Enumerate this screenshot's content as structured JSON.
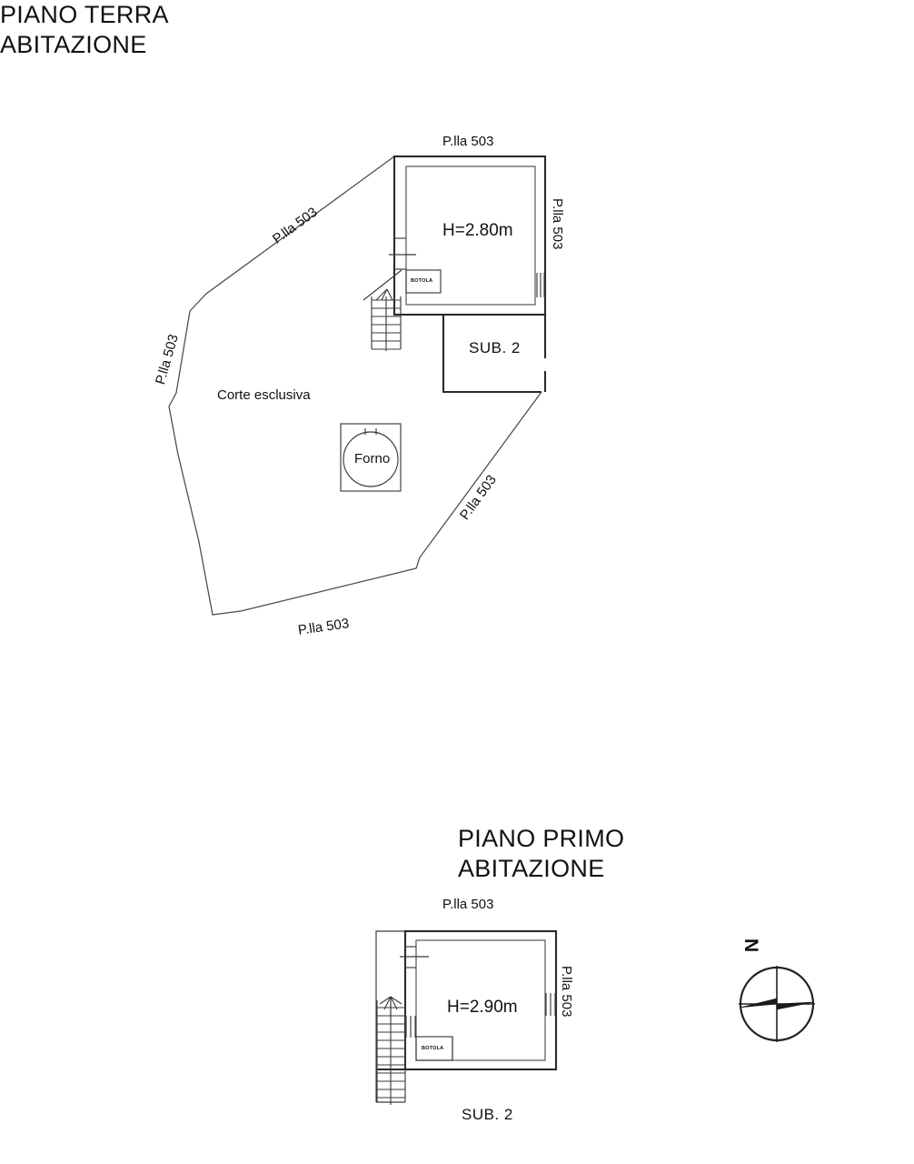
{
  "document": {
    "kind": "cadastral-floor-plan",
    "language": "it"
  },
  "plans": [
    {
      "id": "ground-floor",
      "title_line1": "PIANO TERRA",
      "title_line2": "ABITAZIONE",
      "parcel_label_top": "P.lla 503",
      "parcel_label_right": "P.lla 503",
      "parcel_label_upper_left": "P.lla 503",
      "parcel_label_left": "P.lla 503",
      "parcel_label_lower_right": "P.lla 503",
      "parcel_label_bottom": "P.lla 503",
      "room_height": "H=2.80m",
      "subordinate": "SUB. 2",
      "courtyard": "Corte esclusiva",
      "oven": "Forno",
      "hatch": "BOTOLA"
    },
    {
      "id": "first-floor",
      "title_line1": "PIANO PRIMO",
      "title_line2": "ABITAZIONE",
      "parcel_label_top": "P.lla 503",
      "parcel_label_right": "P.lla 503",
      "room_height": "H=2.90m",
      "subordinate": "SUB. 2",
      "hatch": "BOTOLA"
    }
  ],
  "compass": {
    "north_label": "N"
  },
  "colors": {
    "ink": "#1a1a1a",
    "wall": "#2a2a2a",
    "boundary": "#4a4a4a",
    "paper": "#ffffff"
  }
}
